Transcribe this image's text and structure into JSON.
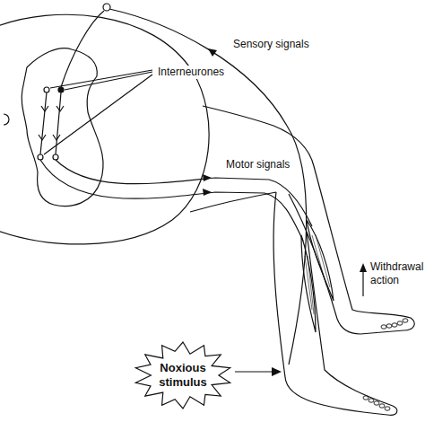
{
  "diagram": {
    "nodes": [
      {
        "text": [
          "Noxious stimulus"
        ]
      }
    ],
    "labels": [
      "Sensory signals",
      "Interneurones",
      "Motor signals",
      "Withdrawal action"
    ]
  }
}
